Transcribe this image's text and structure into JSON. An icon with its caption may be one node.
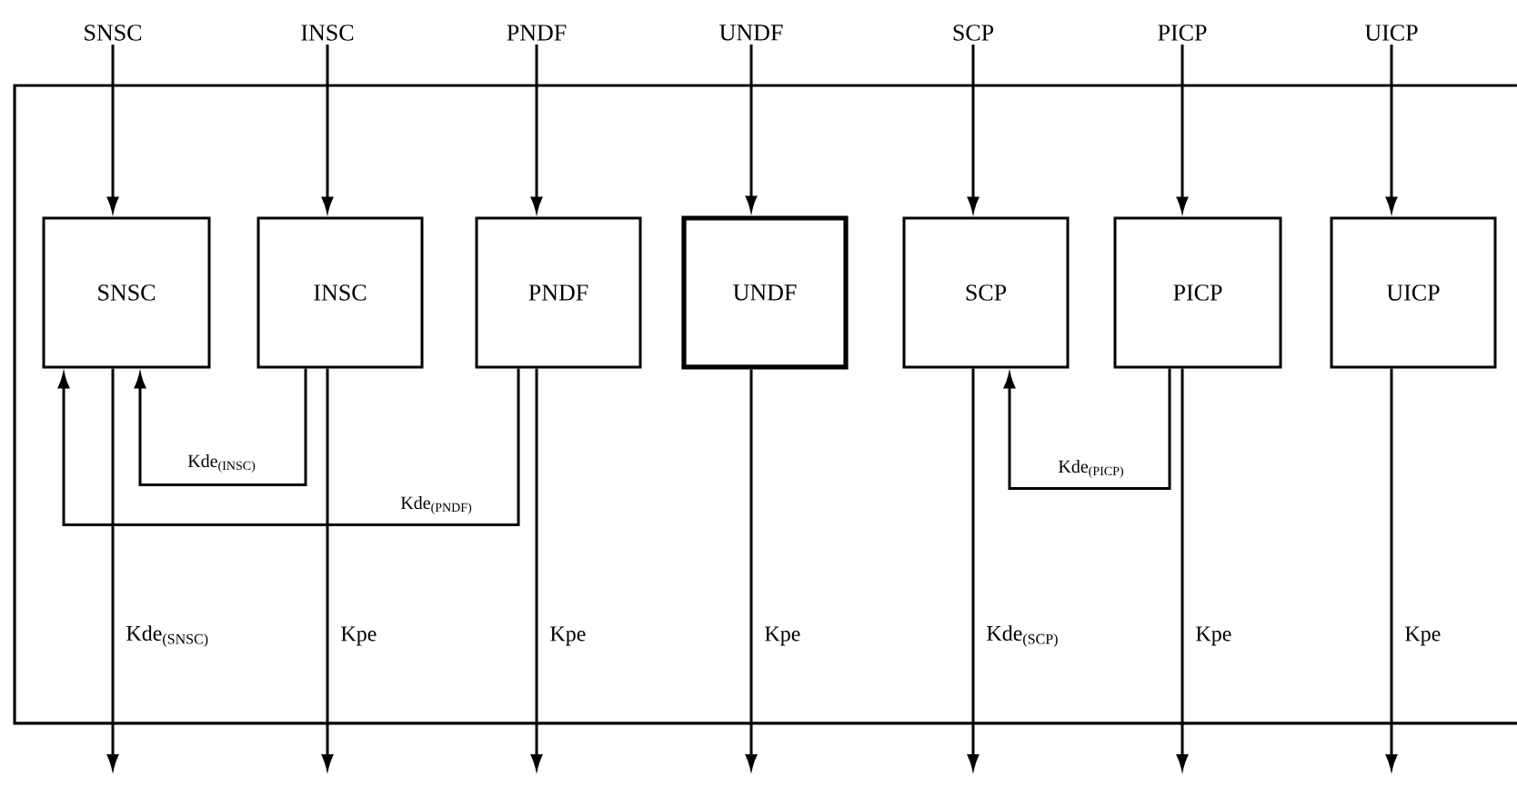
{
  "diagram": {
    "nodes": [
      {
        "text": [
          "SNSC"
        ]
      },
      {
        "text": [
          "INSC"
        ]
      },
      {
        "text": [
          "PNDF"
        ]
      },
      {
        "text": [
          "UNDF"
        ]
      },
      {
        "text": [
          "SCP"
        ]
      },
      {
        "text": [
          "PICP"
        ]
      },
      {
        "text": [
          "UICP"
        ]
      },
      {
        "text": [
          "SNSC"
        ]
      },
      {
        "text": [
          "INSC"
        ]
      },
      {
        "text": [
          "PNDF"
        ]
      },
      {
        "text": [
          "UNDF"
        ]
      },
      {
        "text": [
          "SCP"
        ]
      },
      {
        "text": [
          "PICP"
        ]
      },
      {
        "text": [
          "UICP"
        ]
      }
    ],
    "edges": [
      {
        "from": 0,
        "to": 7,
        "arrow": "to"
      },
      {
        "from": 1,
        "to": 8,
        "arrow": "to"
      },
      {
        "from": 2,
        "to": 9,
        "arrow": "to"
      },
      {
        "from": 3,
        "to": 10,
        "arrow": "to"
      },
      {
        "from": 4,
        "to": 11,
        "arrow": "to"
      },
      {
        "from": 5,
        "to": 12,
        "arrow": "to"
      },
      {
        "from": 6,
        "to": 13,
        "arrow": "to"
      },
      {
        "from": 8,
        "to": 7,
        "arrow": "to",
        "label": "Kde$_{(INSC)}$"
      },
      {
        "from": 9,
        "to": 7,
        "arrow": "to",
        "label": "Kde$_{(PNDF)}$"
      },
      {
        "from": 12,
        "to": 11,
        "arrow": "to",
        "label": "Kde$_{(PICP)}$"
      },
      {
        "from": 7,
        "to": null,
        "arrow": "to",
        "label": "Kde$_{(SNSC)}$"
      },
      {
        "from": 8,
        "to": null,
        "arrow": "to",
        "label": "Kpe"
      },
      {
        "from": 9,
        "to": null,
        "arrow": "to",
        "label": "Kpe"
      },
      {
        "from": 10,
        "to": null,
        "arrow": "to",
        "label": "Kpe"
      },
      {
        "from": 11,
        "to": null,
        "arrow": "to",
        "label": "Kde$_{(SCP)}$"
      },
      {
        "from": 12,
        "to": null,
        "arrow": "to",
        "label": "Kpe"
      },
      {
        "from": 13,
        "to": null,
        "arrow": "to",
        "label": "Kpe"
      }
    ]
  }
}
